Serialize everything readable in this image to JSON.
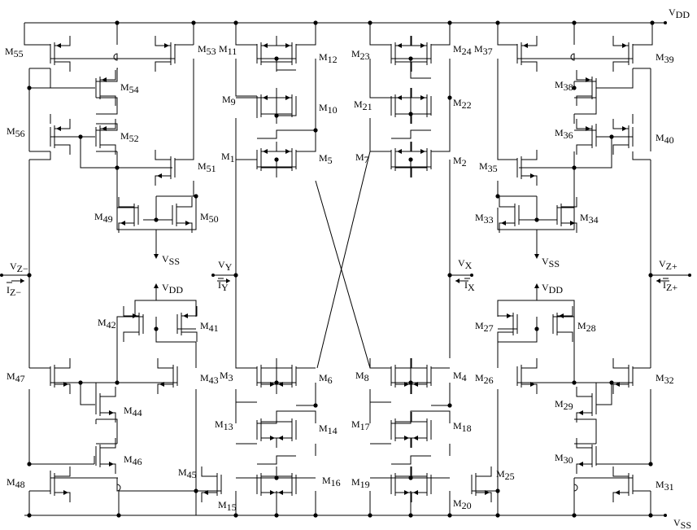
{
  "supply": {
    "vdd": {
      "main": "V",
      "sub": "DD"
    },
    "vss": {
      "main": "V",
      "sub": "SS"
    }
  },
  "ports": {
    "vy": {
      "main": "V",
      "sub": "Y"
    },
    "iy": {
      "main": "I",
      "sub": "Y"
    },
    "vx": {
      "main": "V",
      "sub": "X"
    },
    "ix": {
      "main": "I",
      "sub": "X"
    },
    "vzm": {
      "main": "V",
      "sub": "Z−"
    },
    "izm": {
      "main": "I",
      "sub": "Z−"
    },
    "vzp": {
      "main": "V",
      "sub": "Z+"
    },
    "izp": {
      "main": "I",
      "sub": "Z+"
    }
  },
  "transistors": {
    "m1": "1",
    "m2": "2",
    "m3": "3",
    "m4": "4",
    "m5": "5",
    "m6": "6",
    "m7": "7",
    "m8": "8",
    "m9": "9",
    "m10": "10",
    "m11": "11",
    "m12": "12",
    "m13": "13",
    "m14": "14",
    "m15": "15",
    "m16": "16",
    "m17": "17",
    "m18": "18",
    "m19": "19",
    "m20": "20",
    "m21": "21",
    "m22": "22",
    "m23": "23",
    "m24": "24",
    "m25": "25",
    "m26": "26",
    "m27": "27",
    "m28": "28",
    "m29": "29",
    "m30": "30",
    "m31": "31",
    "m32": "32",
    "m33": "33",
    "m34": "34",
    "m35": "35",
    "m36": "36",
    "m37": "37",
    "m38": "38",
    "m39": "39",
    "m40": "40",
    "m41": "41",
    "m42": "42",
    "m43": "43",
    "m44": "44",
    "m45": "45",
    "m46": "46",
    "m47": "47",
    "m48": "48",
    "m49": "49",
    "m50": "50",
    "m51": "51",
    "m52": "52",
    "m53": "53",
    "m54": "54",
    "m55": "55",
    "m56": "56"
  }
}
